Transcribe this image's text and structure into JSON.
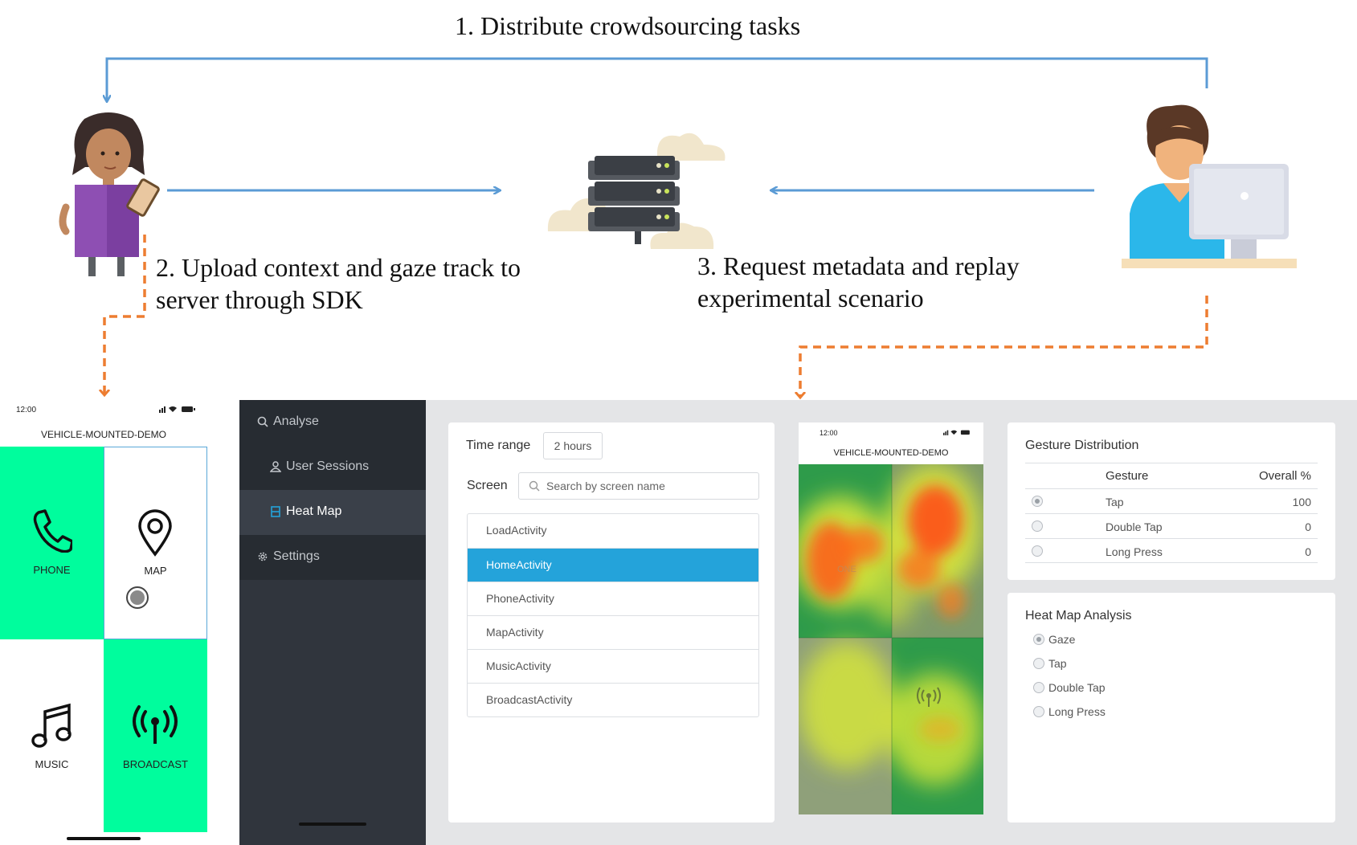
{
  "steps": {
    "step1": "1. Distribute  crowdsourcing  tasks",
    "step2": "2. Upload context and gaze track to server through SDK",
    "step3": "3. Request metadata and replay experimental scenario"
  },
  "colors": {
    "flow_arrow": "#5b9bd5",
    "replay_arrow": "#ed7d31",
    "tile_green": "#00fd9d",
    "sidebar_bg": "#30353d",
    "selected_row": "#24a3da"
  },
  "actors": {
    "left": "participant-with-phone-icon",
    "center": "server-stack-cloud-icon",
    "right": "researcher-at-computer-icon"
  },
  "phone": {
    "time": "12:00",
    "title": "VEHICLE-MOUNTED-DEMO",
    "tiles": [
      {
        "label": "PHONE",
        "icon": "phone-icon"
      },
      {
        "label": "MAP",
        "icon": "map-pin-icon"
      },
      {
        "label": "MUSIC",
        "icon": "music-note-icon"
      },
      {
        "label": "BROADCAST",
        "icon": "broadcast-icon"
      }
    ]
  },
  "dashboard": {
    "nav": [
      {
        "label": "Analyse",
        "icon": "search-icon"
      },
      {
        "label": "User Sessions",
        "icon": "user-icon"
      },
      {
        "label": "Heat Map",
        "icon": "heatmap-icon"
      },
      {
        "label": "Settings",
        "icon": "gear-icon"
      }
    ],
    "time_range_label": "Time range",
    "time_range_value": "2 hours",
    "screen_label": "Screen",
    "search_placeholder": "Search by screen name",
    "activities": [
      "LoadActivity",
      "HomeActivity",
      "PhoneActivity",
      "MapActivity",
      "MusicActivity",
      "BroadcastActivity"
    ],
    "selected_activity": "HomeActivity",
    "preview": {
      "time": "12:00",
      "title": "VEHICLE-MOUNTED-DEMO",
      "faint_label": "ONE"
    },
    "gesture": {
      "title": "Gesture Distribution",
      "col_gesture": "Gesture",
      "col_overall": "Overall %",
      "rows": [
        {
          "name": "Tap",
          "value": "100",
          "selected": true
        },
        {
          "name": "Double Tap",
          "value": "0",
          "selected": false
        },
        {
          "name": "Long Press",
          "value": "0",
          "selected": false
        }
      ]
    },
    "heatmap_analysis": {
      "title": "Heat Map Analysis",
      "options": [
        {
          "label": "Gaze",
          "selected": true
        },
        {
          "label": "Tap",
          "selected": false
        },
        {
          "label": "Double Tap",
          "selected": false
        },
        {
          "label": "Long Press",
          "selected": false
        }
      ]
    }
  }
}
